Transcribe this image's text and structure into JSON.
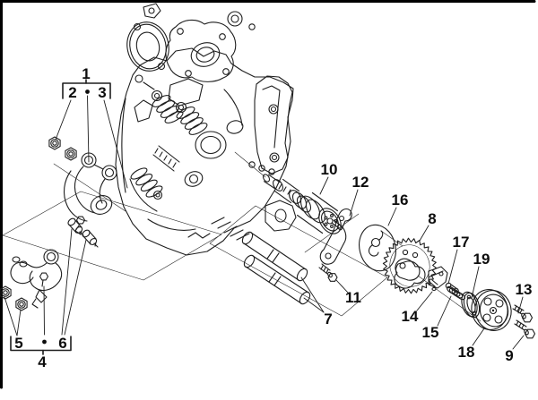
{
  "colors": {
    "background": "#ffffff",
    "line": "#1e1e1e",
    "label": "#0d0d0d",
    "frame": "#000000"
  },
  "diagram": {
    "kind": "engine-cylinder-head-exploded-parts-diagram",
    "callouts": {
      "n1": "1",
      "n2": "2",
      "n3": "3",
      "n4": "4",
      "n5": "5",
      "n6": "6",
      "n7": "7",
      "n8": "8",
      "n9": "9",
      "n10": "10",
      "n11": "11",
      "n12": "12",
      "n13": "13",
      "n14": "14",
      "n15": "15",
      "n16": "16",
      "n17": "17",
      "n18": "18",
      "n19": "19"
    },
    "groups": [
      {
        "group_label": "1",
        "members": [
          "2",
          "3"
        ]
      },
      {
        "group_label": "4",
        "members": [
          "5",
          "6"
        ]
      }
    ]
  }
}
